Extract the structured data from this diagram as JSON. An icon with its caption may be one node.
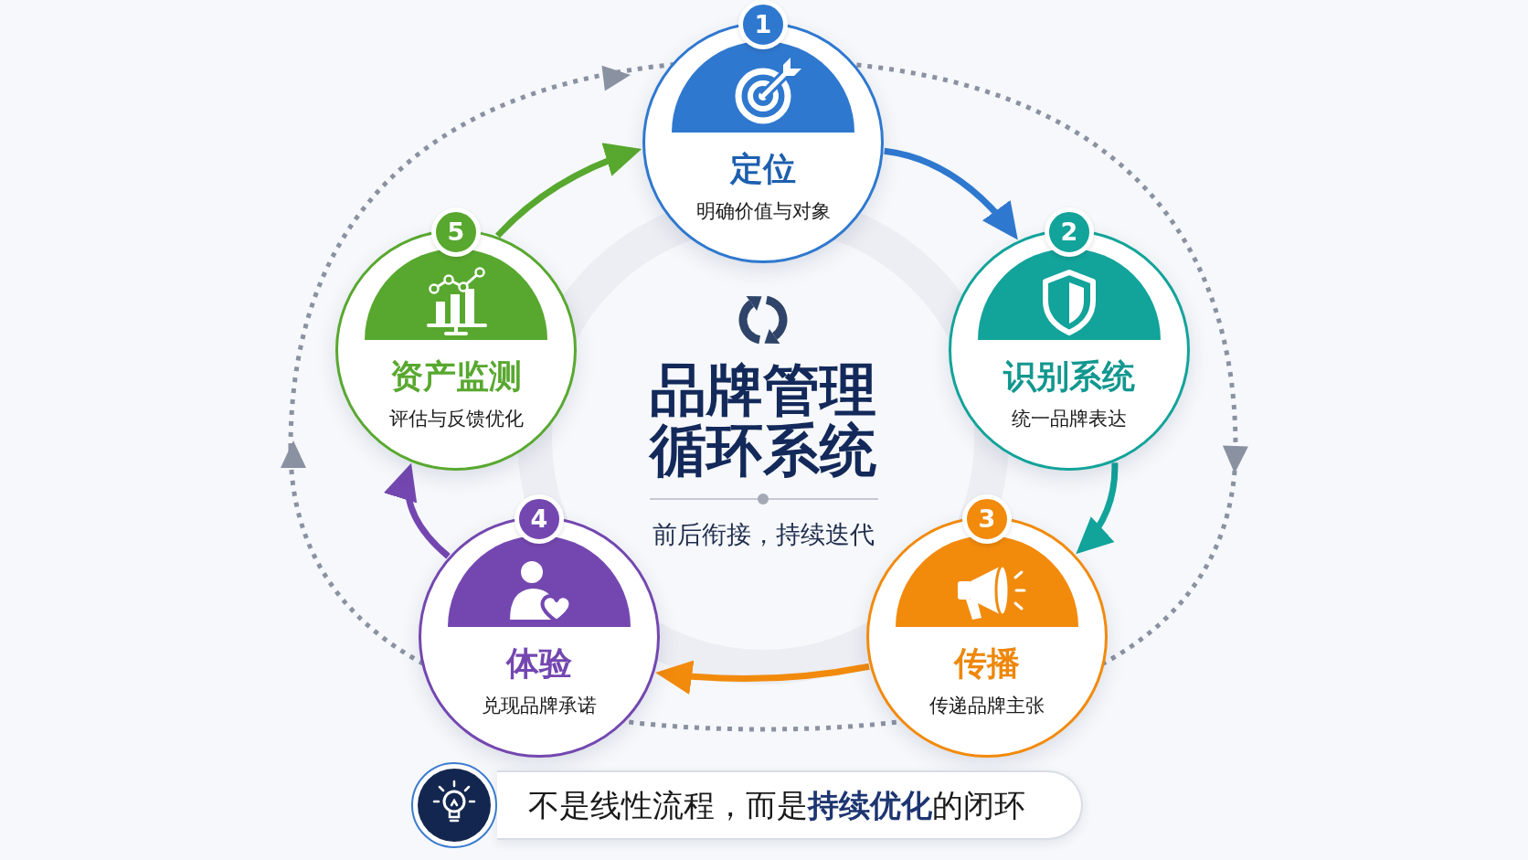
{
  "diagram": {
    "title": "品牌管理循环系统",
    "nodes": [
      {
        "text": [
          "1",
          "定位",
          "明确价值与对象"
        ]
      },
      {
        "text": [
          "2",
          "识别系统",
          "统一品牌表达"
        ]
      },
      {
        "text": [
          "3",
          "传播",
          "传递品牌主张"
        ]
      },
      {
        "text": [
          "4",
          "体验",
          "兑现品牌承诺"
        ]
      },
      {
        "text": [
          "5",
          "资产监测",
          "评估与反馈优化"
        ]
      },
      {
        "text": [
          "不是线性流程，而是**持续优化**的闭环"
        ]
      }
    ],
    "edges": [
      {
        "from": 0,
        "to": 1,
        "arrow": "to",
        "color": "#2f78cf"
      },
      {
        "from": 1,
        "to": 2,
        "arrow": "to",
        "color": "#12a39a"
      },
      {
        "from": 2,
        "to": 3,
        "arrow": "to",
        "color": "#f28a0c"
      },
      {
        "from": 3,
        "to": 4,
        "arrow": "to",
        "color": "#7447b0"
      },
      {
        "from": 4,
        "to": 0,
        "arrow": "to",
        "color": "#58a82f"
      }
    ],
    "labels": [
      "前后衔接，持续迭代"
    ]
  }
}
